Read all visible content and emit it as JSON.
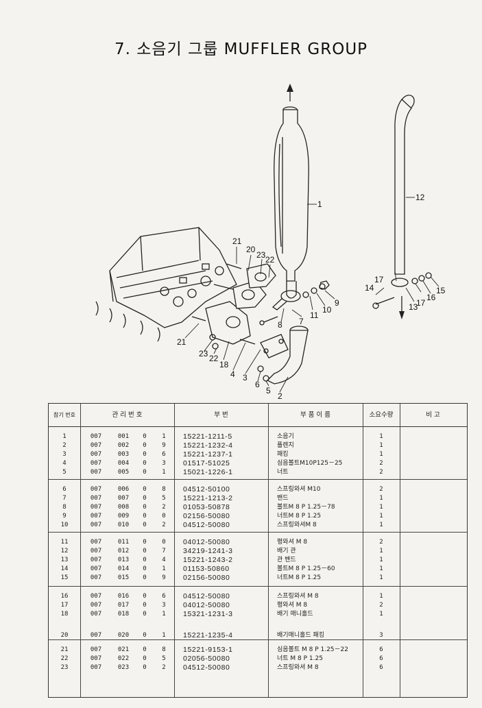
{
  "title": "7. 소음기 그룹 MUFFLER GROUP",
  "callouts": [
    "1",
    "2",
    "3",
    "4",
    "5",
    "6",
    "7",
    "8",
    "9",
    "10",
    "11",
    "12",
    "13",
    "14",
    "15",
    "16",
    "17",
    "17",
    "18",
    "20",
    "21",
    "21",
    "22",
    "22",
    "23",
    "23"
  ],
  "table": {
    "headers": {
      "ref": "참기 번호",
      "mgmt": "관 리 번 호",
      "part_no": "부 번",
      "name": "부 품 이 름",
      "qty": "소요수량",
      "remarks": "비 고"
    },
    "groups": [
      [
        {
          "ref": "1",
          "a": "007",
          "b": "001",
          "c": "0",
          "d": "1",
          "part": "15221-1211-5",
          "name": "소음기",
          "qty": "1"
        },
        {
          "ref": "2",
          "a": "007",
          "b": "002",
          "c": "0",
          "d": "9",
          "part": "15221-1232-4",
          "name": "플렌지",
          "qty": "1"
        },
        {
          "ref": "3",
          "a": "007",
          "b": "003",
          "c": "0",
          "d": "6",
          "part": "15221-1237-1",
          "name": "패킹",
          "qty": "1"
        },
        {
          "ref": "4",
          "a": "007",
          "b": "004",
          "c": "0",
          "d": "3",
          "part": "01517-51025",
          "name": "심음볼트M10P125－25",
          "qty": "2"
        },
        {
          "ref": "5",
          "a": "007",
          "b": "005",
          "c": "0",
          "d": "1",
          "part": "15021-1226-1",
          "name": "너트",
          "qty": "2"
        }
      ],
      [
        {
          "ref": "6",
          "a": "007",
          "b": "006",
          "c": "0",
          "d": "8",
          "part": "04512-50100",
          "name": "스프링와셔 M10",
          "qty": "2"
        },
        {
          "ref": "7",
          "a": "007",
          "b": "007",
          "c": "0",
          "d": "5",
          "part": "15221-1213-2",
          "name": "밴드",
          "qty": "1"
        },
        {
          "ref": "8",
          "a": "007",
          "b": "008",
          "c": "0",
          "d": "2",
          "part": "01053-50878",
          "name": "볼트M 8 P 1.25－78",
          "qty": "1"
        },
        {
          "ref": "9",
          "a": "007",
          "b": "009",
          "c": "0",
          "d": "0",
          "part": "02156-50080",
          "name": "너트M 8 P 1.25",
          "qty": "1"
        },
        {
          "ref": "10",
          "a": "007",
          "b": "010",
          "c": "0",
          "d": "2",
          "part": "04512-50080",
          "name": "스프링와셔M 8",
          "qty": "1"
        }
      ],
      [
        {
          "ref": "11",
          "a": "007",
          "b": "011",
          "c": "0",
          "d": "0",
          "part": "04012-50080",
          "name": "평와셔 M 8",
          "qty": "2"
        },
        {
          "ref": "12",
          "a": "007",
          "b": "012",
          "c": "0",
          "d": "7",
          "part": "34219-1241-3",
          "name": "배기 관",
          "qty": "1"
        },
        {
          "ref": "13",
          "a": "007",
          "b": "013",
          "c": "0",
          "d": "4",
          "part": "15221-1243-2",
          "name": "관 밴드",
          "qty": "1"
        },
        {
          "ref": "14",
          "a": "007",
          "b": "014",
          "c": "0",
          "d": "1",
          "part": "01153-50860",
          "name": "볼트M 8 P 1.25－60",
          "qty": "1"
        },
        {
          "ref": "15",
          "a": "007",
          "b": "015",
          "c": "0",
          "d": "9",
          "part": "02156-50080",
          "name": "너트M 8 P 1.25",
          "qty": "1"
        }
      ],
      [
        {
          "ref": "16",
          "a": "007",
          "b": "016",
          "c": "0",
          "d": "6",
          "part": "04512-50080",
          "name": "스프링와셔 M 8",
          "qty": "1"
        },
        {
          "ref": "17",
          "a": "007",
          "b": "017",
          "c": "0",
          "d": "3",
          "part": "04012-50080",
          "name": "평와셔 M 8",
          "qty": "2"
        },
        {
          "ref": "18",
          "a": "007",
          "b": "018",
          "c": "0",
          "d": "1",
          "part": "15321-1231-3",
          "name": "배기 매니홀드",
          "qty": "1"
        },
        {
          "ref": "20",
          "a": "007",
          "b": "020",
          "c": "0",
          "d": "1",
          "part": "15221-1235-4",
          "name": "배기매니홀드 패킹",
          "qty": "3"
        }
      ],
      [
        {
          "ref": "21",
          "a": "007",
          "b": "021",
          "c": "0",
          "d": "8",
          "part": "15221-9153-1",
          "name": "심음볼트 M 8 P 1.25－22",
          "qty": "6"
        },
        {
          "ref": "22",
          "a": "007",
          "b": "022",
          "c": "0",
          "d": "5",
          "part": "02056-50080",
          "name": "너트 M 8 P 1.25",
          "qty": "6"
        },
        {
          "ref": "23",
          "a": "007",
          "b": "023",
          "c": "0",
          "d": "2",
          "part": "04512-50080",
          "name": "스프링와셔 M 8",
          "qty": "6"
        }
      ]
    ]
  }
}
